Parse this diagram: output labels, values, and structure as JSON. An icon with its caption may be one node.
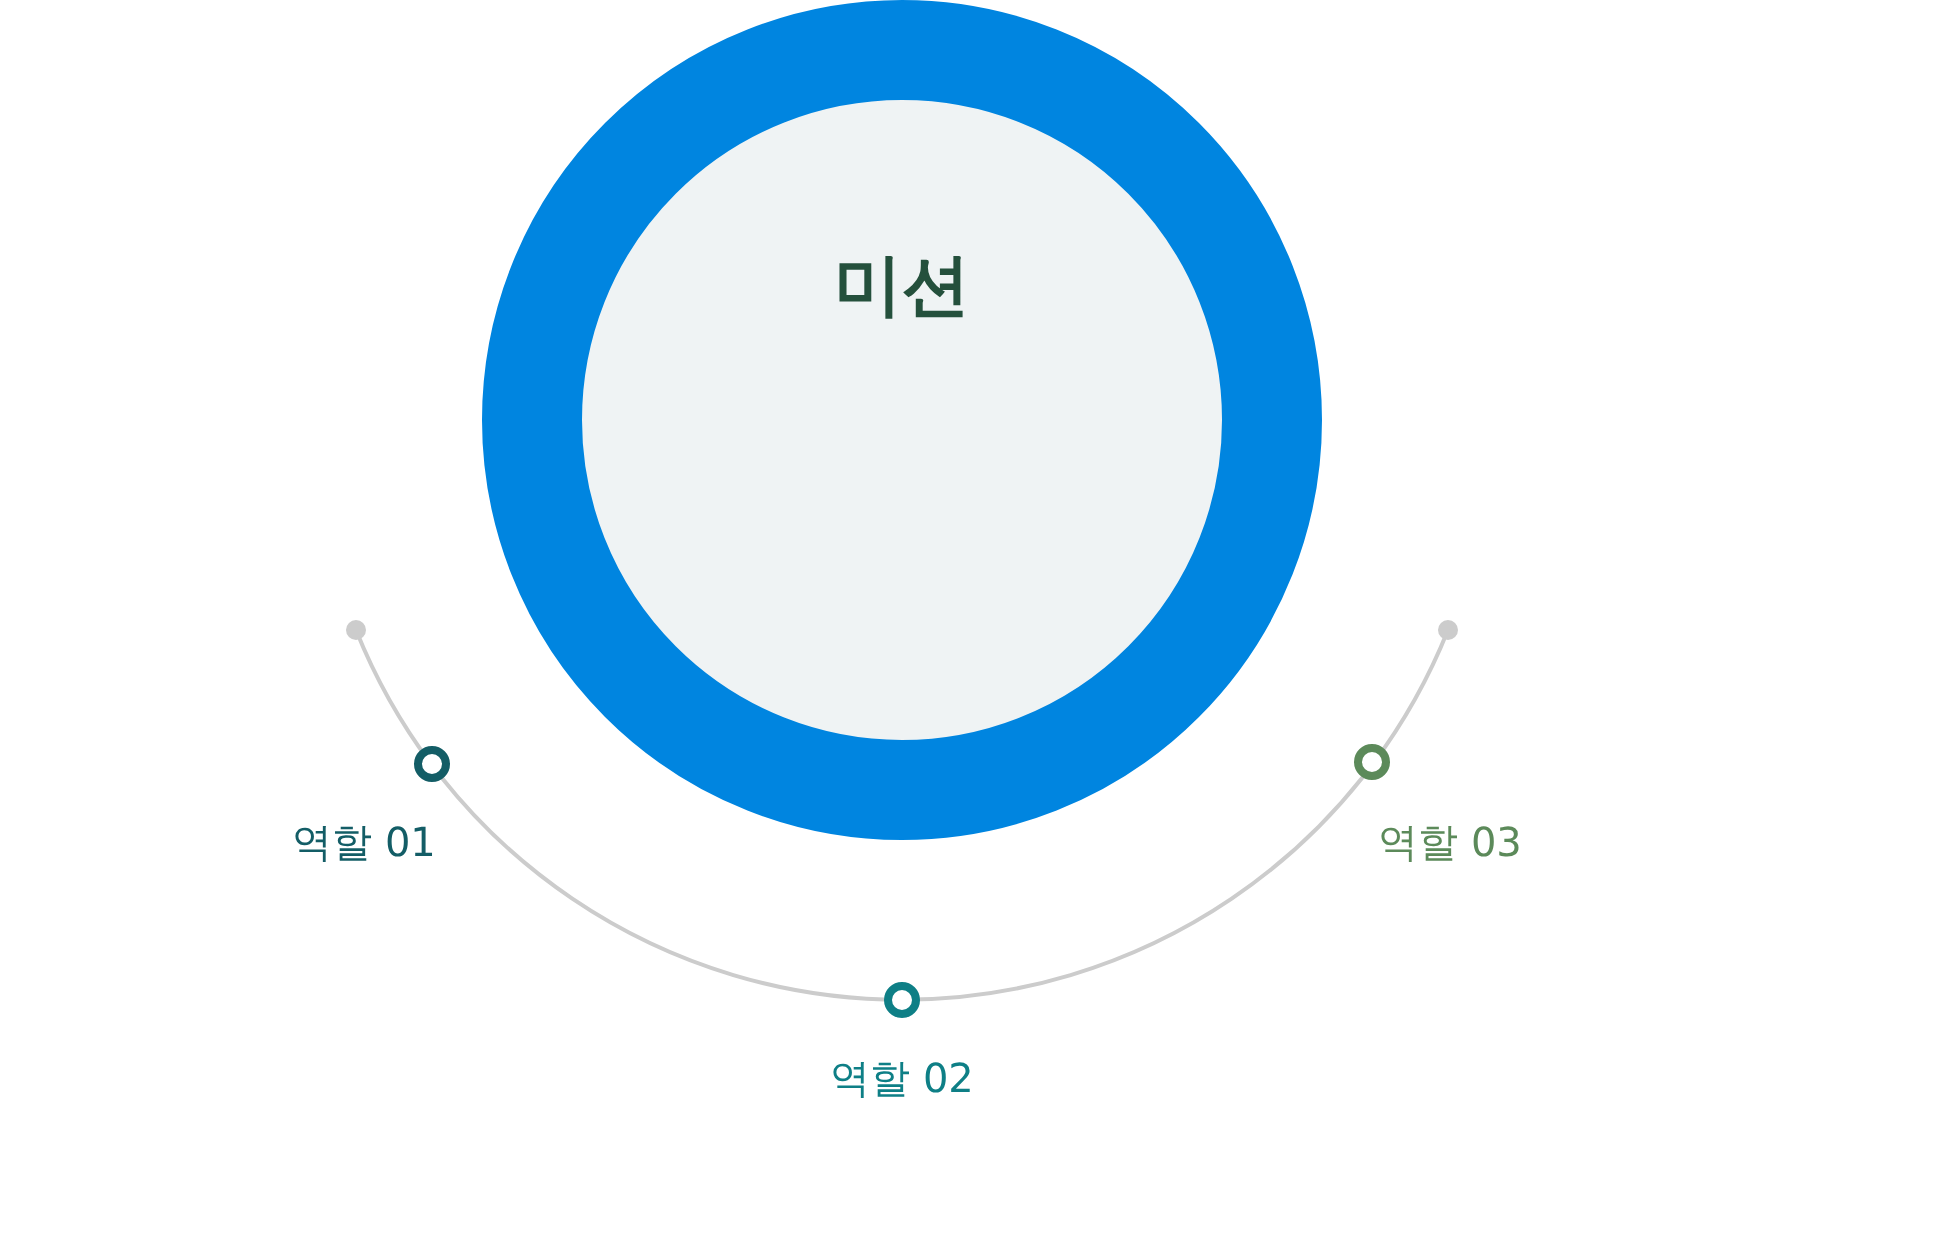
{
  "diagram": {
    "nodes": [
      {
        "text": [
          "미션"
        ]
      },
      {
        "text": [
          "역할 01"
        ]
      },
      {
        "text": [
          "역할 02"
        ]
      },
      {
        "text": [
          "역할 03"
        ]
      }
    ]
  }
}
